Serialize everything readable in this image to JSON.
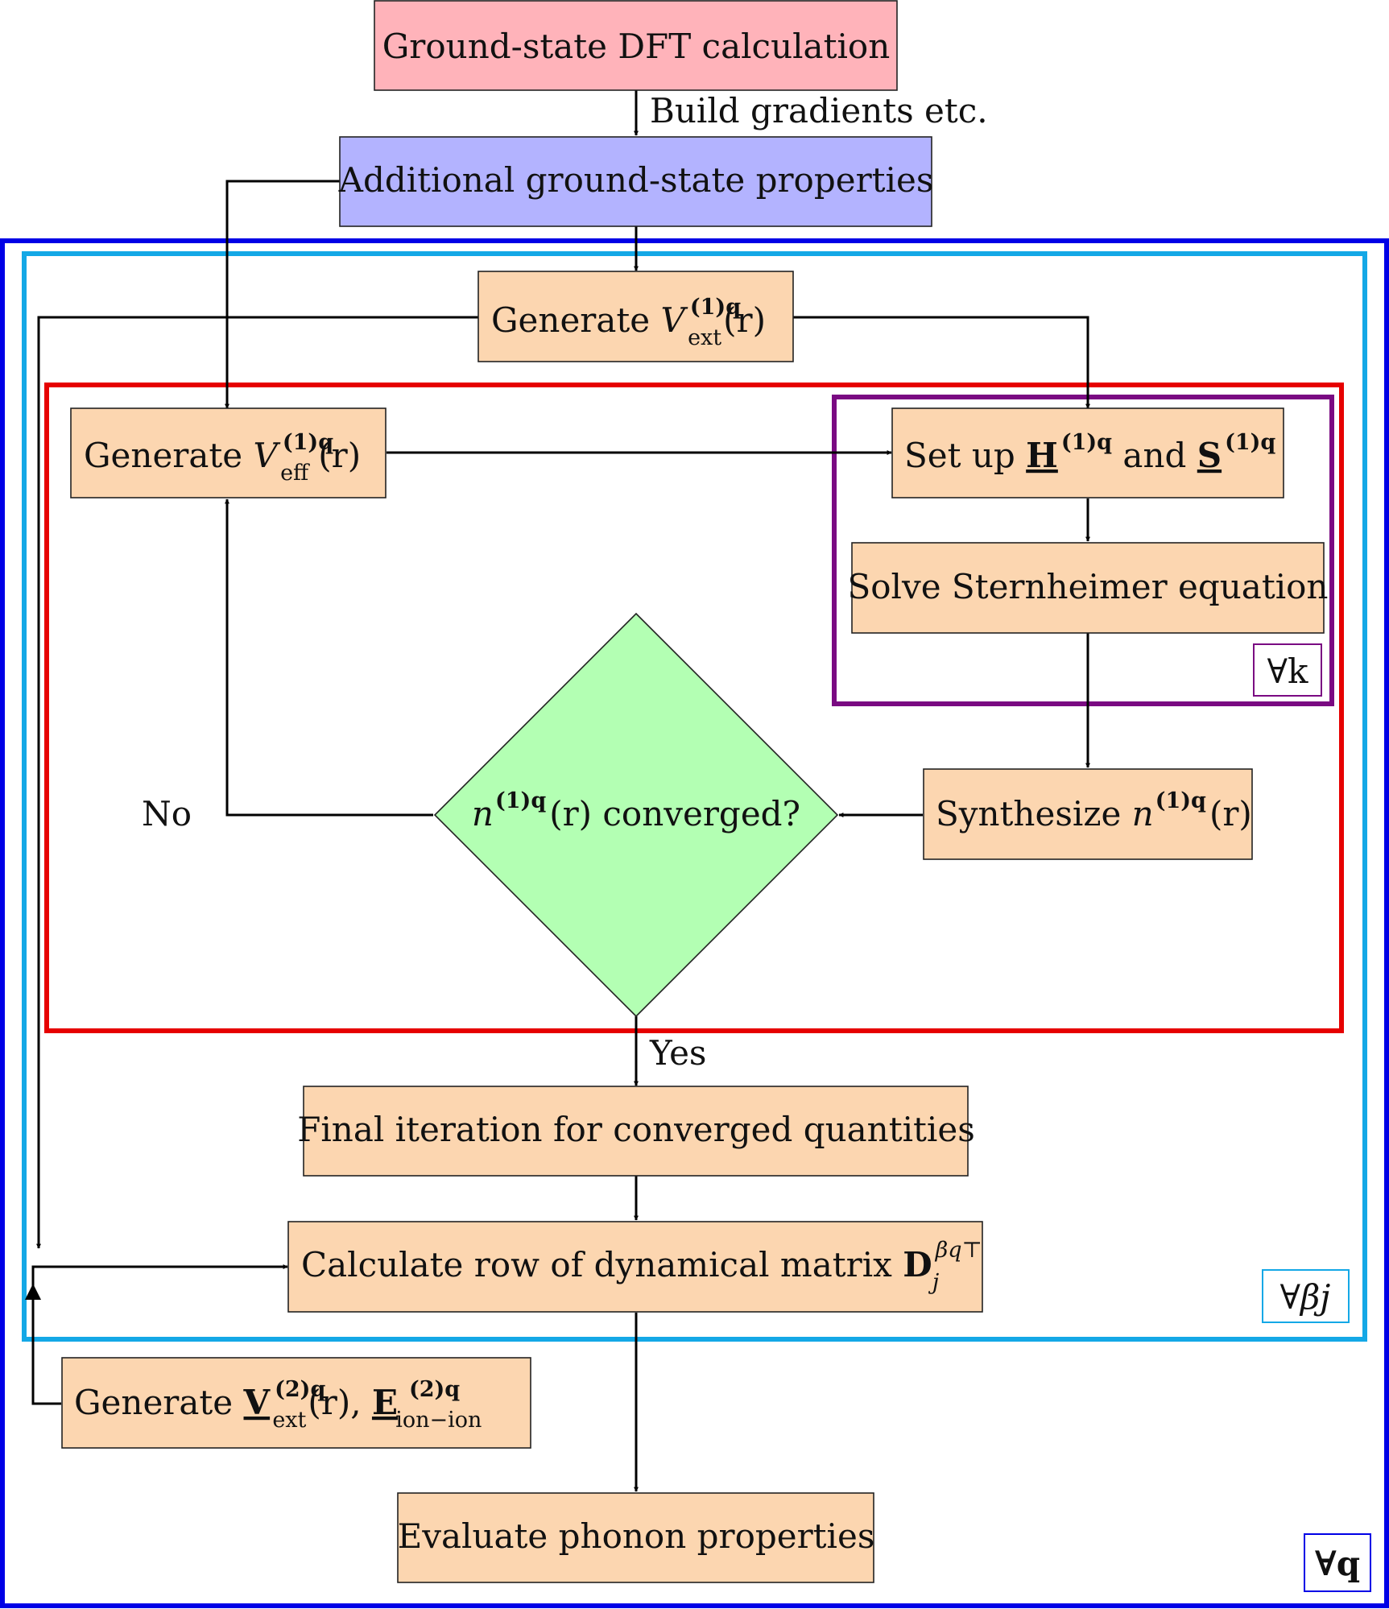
{
  "colors": {
    "ground_state_fill": "#ffb3ba",
    "properties_fill": "#b3b3ff",
    "process_fill": "#fcd6b0",
    "decision_fill": "#b3ffb3",
    "q_loop_border": "#0000e6",
    "betaj_loop_border": "#14a8e6",
    "scf_loop_border": "#e60000",
    "k_loop_border": "#7a0a82"
  },
  "nodes": {
    "ground_state": {
      "label": "Ground-state DFT calculation"
    },
    "additional_props": {
      "label": "Additional ground-state properties"
    },
    "gen_vext": {
      "prefix": "Generate ",
      "sym": "V",
      "sup": "(1)q",
      "sub": "ext",
      "arg": "(r)"
    },
    "gen_veff": {
      "prefix": "Generate ",
      "sym": "V",
      "sup": "(1)q",
      "sub": "eff",
      "arg": "(r)"
    },
    "setup_hs": {
      "prefix": "Set up ",
      "h": "H",
      "h_sup": "(1)q",
      "and": " and ",
      "s": "S",
      "s_sup": "(1)q"
    },
    "solve_sternheimer": {
      "label": "Solve Sternheimer equation"
    },
    "synthesize": {
      "prefix": "Synthesize ",
      "sym": "n",
      "sup": "(1)q",
      "arg": "(r)"
    },
    "converged": {
      "sym": "n",
      "sup": "(1)q",
      "arg": "(r)",
      "suffix": " converged?"
    },
    "final_iteration": {
      "label": "Final iteration for converged quantities"
    },
    "dyn_matrix": {
      "prefix": "Calculate row of dynamical matrix ",
      "sym": "D",
      "sup": "βq⊤",
      "sub": "j"
    },
    "gen_v2": {
      "prefix": "Generate ",
      "v": "V",
      "v_sup": "(2)q",
      "v_sub": "ext",
      "arg": "(r), ",
      "e": "E",
      "e_sup": "(2)q",
      "e_sub": "ion−ion"
    },
    "phonon": {
      "label": "Evaluate phonon properties"
    }
  },
  "edge_labels": {
    "build_gradients": "Build gradients etc.",
    "no": "No",
    "yes": "Yes"
  },
  "loop_tags": {
    "k": "∀k",
    "betaj": "∀βj",
    "q": "∀q"
  }
}
